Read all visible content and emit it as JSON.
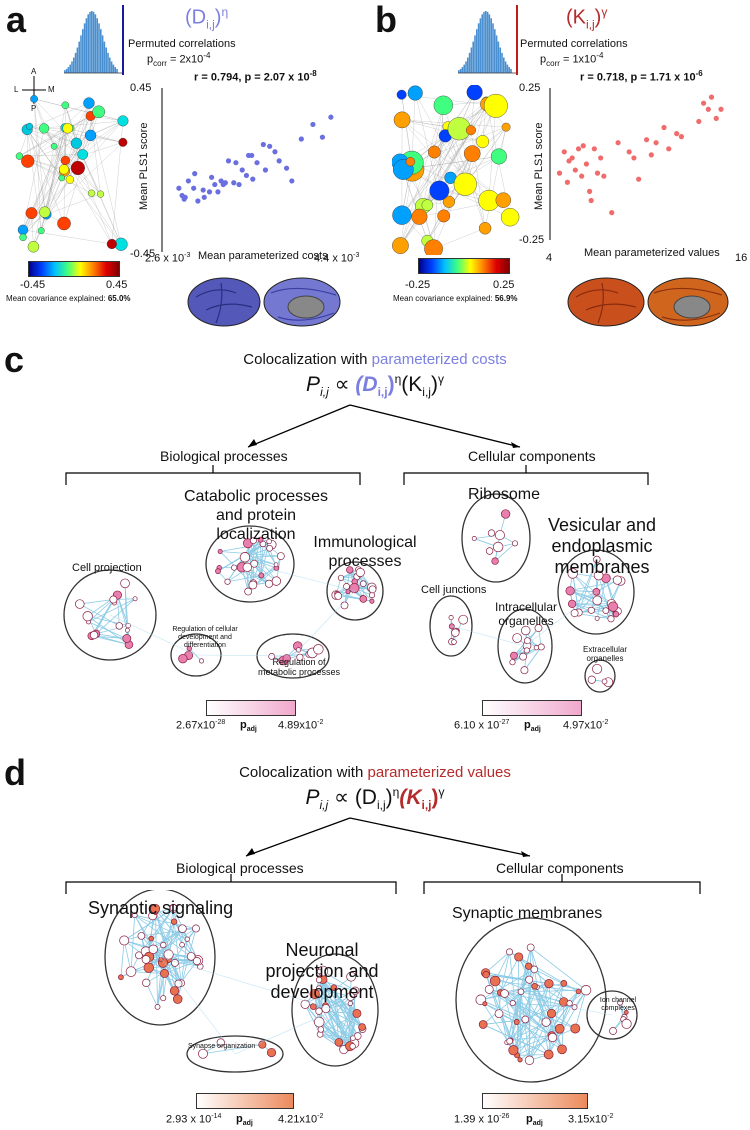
{
  "panel_a": {
    "letter": "a",
    "title_base": "(D",
    "title_sub": "i,j",
    "title_close": ")",
    "title_exp": "η",
    "title_color": "#7b7fe0",
    "perm_label": "Permuted correlations",
    "pcorr_label": "p",
    "pcorr_sub": "corr",
    "pcorr_value": " = 2x10",
    "pcorr_exp": "-4",
    "stat": "r = 0.794, p = 2.07 x 10",
    "stat_exp": "-8",
    "compass": {
      "A": "A",
      "L": "L",
      "M": "M",
      "P": "P"
    },
    "colorbar_min": "-0.45",
    "colorbar_max": "0.45",
    "cov_label": "Mean covariance explained: ",
    "cov_value": "65.0%",
    "marker_color": "#6a6fe0"
  },
  "panel_b": {
    "letter": "b",
    "title_base": "(K",
    "title_sub": "i,j",
    "title_close": ")",
    "title_exp": "γ",
    "title_color": "#b52a2a",
    "perm_label": "Permuted correlations",
    "pcorr_label": "p",
    "pcorr_sub": "corr",
    "pcorr_value": " = 1x10",
    "pcorr_exp": "-4",
    "stat": "r = 0.718, p = 1.71 x 10",
    "stat_exp": "-6",
    "colorbar_min": "-0.25",
    "colorbar_max": "0.25",
    "cov_label": "Mean covariance explained: ",
    "cov_value": "56.9%",
    "marker_color": "#f06b6b"
  },
  "chart_data": [
    {
      "type": "scatter",
      "title": "",
      "xlabel": "Mean parameterized costs",
      "ylabel": "Mean PLS1 score",
      "xtick_min": "2.6 x 10",
      "xtick_min_exp": "-3",
      "xtick_max": "4.4 x 10",
      "xtick_max_exp": "-3",
      "ytick_max": "0.45",
      "ytick_min": "-0.45",
      "xlim": [
        0.0026,
        0.0044
      ],
      "ylim": [
        -0.45,
        0.45
      ],
      "x": [
        0.00276,
        0.00279,
        0.00281,
        0.00282,
        0.00285,
        0.0029,
        0.00291,
        0.00294,
        0.00299,
        0.003,
        0.00305,
        0.00307,
        0.0031,
        0.00313,
        0.00316,
        0.00318,
        0.0032,
        0.00323,
        0.00328,
        0.0033,
        0.00333,
        0.00336,
        0.0034,
        0.00342,
        0.00345,
        0.00346,
        0.0035,
        0.00356,
        0.00358,
        0.00362,
        0.00367,
        0.00371,
        0.00378,
        0.00383,
        0.00392,
        0.00403,
        0.00412,
        0.0042
      ],
      "y": [
        -0.1,
        -0.14,
        -0.16,
        -0.15,
        -0.06,
        -0.1,
        -0.02,
        -0.17,
        -0.11,
        -0.15,
        -0.12,
        -0.04,
        -0.08,
        -0.12,
        -0.06,
        -0.08,
        -0.07,
        0.05,
        -0.07,
        0.04,
        -0.08,
        0.0,
        -0.03,
        0.08,
        0.08,
        -0.05,
        0.04,
        0.14,
        0.0,
        0.13,
        0.1,
        0.05,
        0.01,
        -0.06,
        0.17,
        0.25,
        0.18,
        0.29
      ]
    },
    {
      "type": "scatter",
      "title": "",
      "xlabel": "Mean parameterized values",
      "ylabel": "Mean PLS1 score",
      "xtick_min": "4",
      "xtick_max": "16",
      "ytick_max": "0.25",
      "ytick_min": "-0.25",
      "xlim": [
        4,
        16
      ],
      "ylim": [
        -0.25,
        0.25
      ],
      "x": [
        4.6,
        4.9,
        5.1,
        5.2,
        5.4,
        5.6,
        5.8,
        6.0,
        6.1,
        6.3,
        6.5,
        6.6,
        6.8,
        7.0,
        7.2,
        7.4,
        7.9,
        8.3,
        9.0,
        9.3,
        9.6,
        10.1,
        10.4,
        10.7,
        11.2,
        11.5,
        12.0,
        12.3,
        13.4,
        13.7,
        14.0,
        14.2,
        14.5,
        14.8
      ],
      "y": [
        -0.03,
        0.04,
        -0.06,
        0.01,
        0.02,
        -0.02,
        0.05,
        -0.04,
        0.06,
        0.0,
        -0.09,
        -0.12,
        0.05,
        -0.03,
        0.02,
        -0.04,
        -0.16,
        0.07,
        0.04,
        0.02,
        -0.05,
        0.08,
        0.03,
        0.07,
        0.12,
        0.05,
        0.1,
        0.09,
        0.14,
        0.2,
        0.18,
        0.22,
        0.15,
        0.18
      ]
    }
  ],
  "panel_c": {
    "letter": "c",
    "heading_plain": "Colocalization with ",
    "heading_colored": "parameterized costs",
    "heading_color": "#7b7fe0",
    "formula": {
      "p": "P",
      "p_sub": "i,j",
      "prop": " ∝ ",
      "d": "(D",
      "d_sub": "i,j",
      "d_close": ")",
      "d_exp": "η",
      "k": "(K",
      "k_sub": "i,j",
      "k_close": ")",
      "k_exp": "γ"
    },
    "bp_label": "Biological processes",
    "cc_label": "Cellular components",
    "clusters": {
      "catabolic": "Catabolic processes and protein localization",
      "immuno": "Immunological processes",
      "cellproj": "Cell projection",
      "regdev": "Regulation of cellular development and differentiation",
      "regmet": "Regulation of metabolic processes",
      "ribosome": "Ribosome",
      "vesicular": "Vesicular and endoplasmic membranes",
      "junctions": "Cell junctions",
      "intracell": "Intracellular organelles",
      "extracell": "Extracellular organelles"
    },
    "bp_scale_min": "2.67x10",
    "bp_scale_min_exp": "-28",
    "bp_scale_max": "4.89x10",
    "bp_scale_max_exp": "-2",
    "cc_scale_min": "6.10 x 10",
    "cc_scale_min_exp": "-27",
    "cc_scale_max": "4.97x10",
    "cc_scale_max_exp": "-2",
    "padj": "p",
    "padj_sub": "adj",
    "node_color": "#e87fae"
  },
  "panel_d": {
    "letter": "d",
    "heading_plain": "Colocalization with ",
    "heading_colored": "parameterized values",
    "heading_color": "#b52a2a",
    "formula": {
      "p": "P",
      "p_sub": "i,j",
      "prop": " ∝ ",
      "d": "(D",
      "d_sub": "i,j",
      "d_close": ")",
      "d_exp": "η",
      "k": "(K",
      "k_sub": "i,j",
      "k_close": ")",
      "k_exp": "γ"
    },
    "bp_label": "Biological processes",
    "cc_label": "Cellular components",
    "clusters": {
      "synsig": "Synaptic signaling",
      "neuro": "Neuronal projection and development",
      "synorg": "Synapse organization",
      "synmem": "Synaptic membranes",
      "ionchan": "Ion channel complexes"
    },
    "bp_scale_min": "2.93 x 10",
    "bp_scale_min_exp": "-14",
    "bp_scale_max": "4.21x10",
    "bp_scale_max_exp": "-2",
    "cc_scale_min": "1.39 x 10",
    "cc_scale_min_exp": "-26",
    "cc_scale_max": "3.15x10",
    "cc_scale_max_exp": "-2",
    "padj": "p",
    "padj_sub": "adj",
    "node_color": "#e8714f"
  }
}
